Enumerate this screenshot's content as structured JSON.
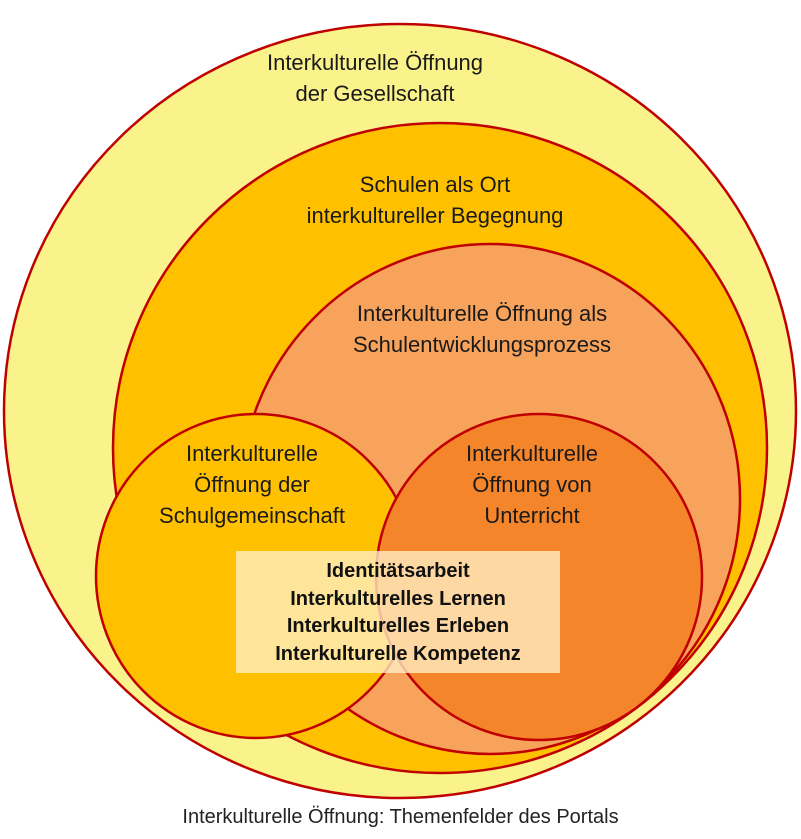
{
  "circles": {
    "society": {
      "lines": [
        "Interkulturelle  Öffnung",
        "der Gesellschaft"
      ],
      "fill": "#FAF28A"
    },
    "schools": {
      "lines": [
        "Schulen  als Ort",
        "interkultureller  Begegnung"
      ],
      "fill": "#FFC000"
    },
    "development": {
      "lines": [
        "Interkulturelle  Öffnung als",
        "Schulentwicklungsprozess"
      ],
      "fill": "#F7A35C"
    },
    "community": {
      "lines": [
        "Interkulturelle",
        "Öffnung der",
        "Schulgemeinschaft"
      ],
      "fill": "#FFC000"
    },
    "teaching": {
      "lines": [
        "Interkulturelle",
        "Öffnung von",
        "Unterricht"
      ],
      "fill": "#F5852A"
    }
  },
  "stroke_color": "#C00000",
  "center_box": {
    "lines": [
      "Identitätsarbeit",
      "Interkulturelles Lernen",
      "Interkulturelles Erleben",
      "Interkulturelle Kompetenz"
    ]
  },
  "caption": "Interkulturelle  Öffnung: Themenfelder des Portals"
}
